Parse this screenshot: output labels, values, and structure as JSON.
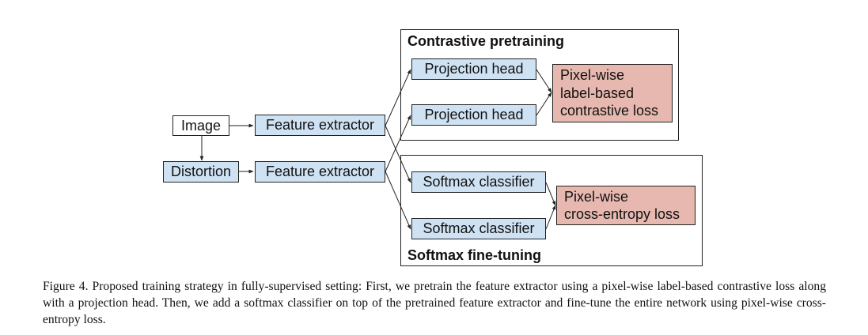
{
  "nodes": {
    "image": "Image",
    "distortion": "Distortion",
    "feature_extractor_top": "Feature extractor",
    "feature_extractor_bottom": "Feature extractor",
    "projection_head_1": "Projection head",
    "projection_head_2": "Projection head",
    "softmax_classifier_1": "Softmax classifier",
    "softmax_classifier_2": "Softmax classifier",
    "contrastive_loss_lines": [
      "Pixel-wise",
      "label-based",
      "contrastive loss"
    ],
    "cross_entropy_loss_lines": [
      "Pixel-wise",
      "cross-entropy loss"
    ]
  },
  "groups": {
    "contrastive_title": "Contrastive pretraining",
    "finetune_title": "Softmax fine-tuning"
  },
  "caption": "Figure 4. Proposed training strategy in fully-supervised setting: First, we pretrain the feature extractor using a pixel-wise label-based contrastive loss along with a projection head. Then, we add a softmax classifier on top of the pretrained feature extractor and fine-tune the entire network using pixel-wise cross-entropy loss.",
  "colors": {
    "module_fill": "#cfe2f3",
    "loss_fill": "#e6b8af",
    "input_fill": "#ffffff",
    "stroke": "#222222"
  }
}
